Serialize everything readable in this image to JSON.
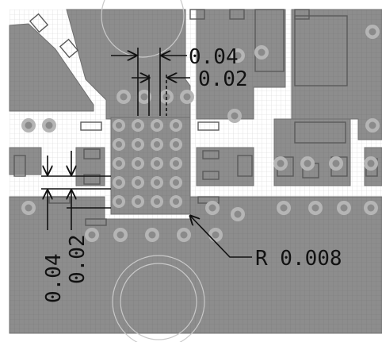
{
  "dimensions": {
    "pitch_label": "0.04",
    "gap_label": "0.02",
    "vertical_pitch_label": "0.04",
    "vertical_gap_label": "0.02",
    "radius_label": "R 0.008"
  },
  "colors": {
    "background": "#ffffff",
    "grid_line": "#d6d6d6",
    "copper_fill": "#8a8a8a",
    "copper_outline": "#6f6f6f",
    "via_ring": "#b5b5b5",
    "via_hole": "#8a8a8a",
    "pad_fill": "#7a7a7a",
    "dimension_line": "#111111"
  },
  "icons": {
    "via": "via-icon",
    "pad": "pad-icon",
    "arrow": "arrow-icon"
  }
}
